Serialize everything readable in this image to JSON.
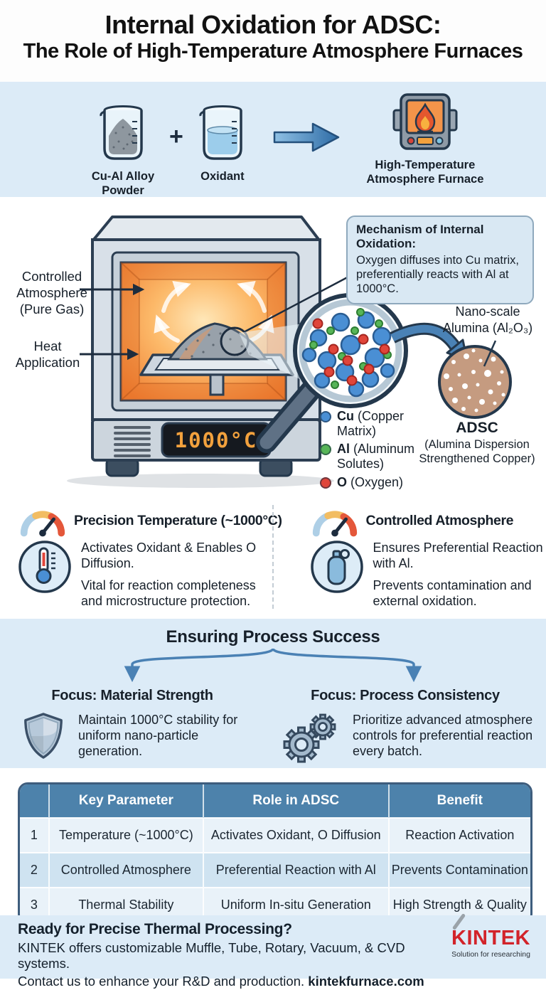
{
  "title": {
    "line1": "Internal Oxidation for ADSC:",
    "line2": "The Role of High-Temperature Atmosphere Furnaces"
  },
  "flow": {
    "input1": "Cu-Al Alloy Powder",
    "plus": "+",
    "input2": "Oxidant",
    "output": "High-Temperature Atmosphere Furnace"
  },
  "furnace_scene": {
    "label_atmosphere": "Controlled Atmosphere (Pure Gas)",
    "label_heat": "Heat Application",
    "display_temp": "1000°C",
    "mechanism": {
      "title": "Mechanism of Internal Oxidation:",
      "body": "Oxygen diffuses into Cu matrix, preferentially reacts with Al at 1000°C."
    },
    "nano_label": "Nano-scale Alumina (Al₂O₃)",
    "legend": [
      {
        "symbol": "Cu",
        "name": "(Copper Matrix)",
        "color": "#4a8fd4"
      },
      {
        "symbol": "Al",
        "name": "(Aluminum Solutes)",
        "color": "#57b558"
      },
      {
        "symbol": "O",
        "name": "(Oxygen)",
        "color": "#e0453a"
      }
    ],
    "adsc": {
      "abbr": "ADSC",
      "full": "(Alumina Dispersion Strengthened Copper)"
    }
  },
  "features": [
    {
      "title": "Precision Temperature (~1000°C)",
      "points": [
        "Activates Oxidant & Enables O Diffusion.",
        "Vital for reaction completeness and microstructure protection."
      ]
    },
    {
      "title": "Controlled Atmosphere",
      "points": [
        "Ensures Preferential Reaction with Al.",
        "Prevents contamination and external oxidation."
      ]
    }
  ],
  "process": {
    "heading": "Ensuring Process Success",
    "branches": [
      {
        "title": "Focus: Material Strength",
        "text": "Maintain 1000°C stability for uniform nano-particle generation."
      },
      {
        "title": "Focus: Process Consistency",
        "text": "Prioritize advanced atmosphere controls for preferential reaction every batch."
      }
    ]
  },
  "table": {
    "headers": [
      "",
      "Key Parameter",
      "Role in ADSC",
      "Benefit"
    ],
    "rows": [
      [
        "1",
        "Temperature (~1000°C)",
        "Activates Oxidant, O Diffusion",
        "Reaction Activation"
      ],
      [
        "2",
        "Controlled Atmosphere",
        "Preferential Reaction with Al",
        "Prevents Contamination"
      ],
      [
        "3",
        "Thermal Stability",
        "Uniform In-situ Generation",
        "High Strength & Quality"
      ]
    ]
  },
  "footer": {
    "headline": "Ready for Precise Thermal Processing?",
    "line1": "KINTEK offers customizable Muffle, Tube, Rotary, Vacuum, & CVD systems.",
    "line2_prefix": "Contact us to enhance your R&D and production. ",
    "line2_link": "kintekfurnace.com",
    "logo": "KINTEK",
    "tagline": "Solution for researching"
  },
  "colors": {
    "section_bg": "#dcebf7",
    "callout_bg": "#d9e8f3",
    "table_header_bg": "#4d82ab",
    "table_row_bg": "#e9f2f9",
    "table_row_alt_bg": "#cfe3f1",
    "accent_blue": "#4a81b4",
    "heat_orange": "#f08c3a",
    "copper": "#c59b80",
    "kintek_red": "#d2232a",
    "navy_outline": "#24384c"
  }
}
